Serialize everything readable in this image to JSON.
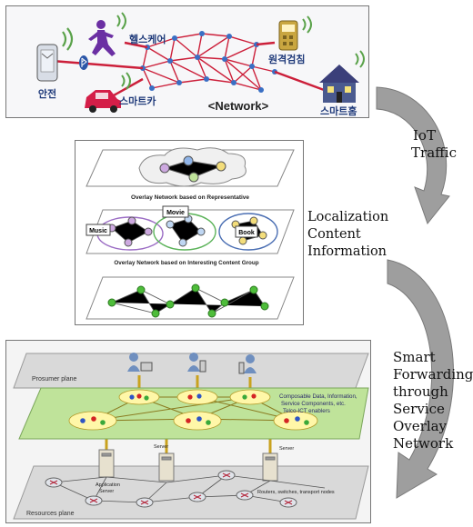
{
  "top_panel": {
    "labels": {
      "healthcare": "헬스케어",
      "safety": "안전",
      "smartcar": "스마트카",
      "network": "<Network>",
      "remote_metering": "원격검침",
      "smarthome": "스마트홈"
    }
  },
  "mid_panel": {
    "caption_representative": "Overlay Network based on Representative",
    "caption_interest": "Overlay Network based on Interesting Content  Group",
    "groups": {
      "music": "Music",
      "movie": "Movie",
      "book": "Book"
    }
  },
  "bottom_panel": {
    "prosumer_plane": "Prosumer plane",
    "resources_plane": "Resources plane",
    "enablers": [
      "Composable Data, Information,",
      "Service Components, etc.",
      "Telco-ICT enablers"
    ],
    "server": "Server",
    "app_server": [
      "Application",
      "Server"
    ],
    "nodes": "Routers, switches, transport nodes"
  },
  "side_labels": {
    "iot_traffic": [
      "IoT",
      "Traffic"
    ],
    "localization": [
      "Localization",
      "Content",
      "Information"
    ],
    "smart_forwarding": [
      "Smart",
      "Forwarding",
      "through",
      "Service",
      "Overlay",
      "Network"
    ]
  },
  "colors": {
    "arrow_gray": "#9e9e9e",
    "network_red": "#cc1f3a",
    "node_blue": "#3a6fc4",
    "overlay_green": "#bfe39a",
    "plane_gray": "#d9d9d9"
  }
}
